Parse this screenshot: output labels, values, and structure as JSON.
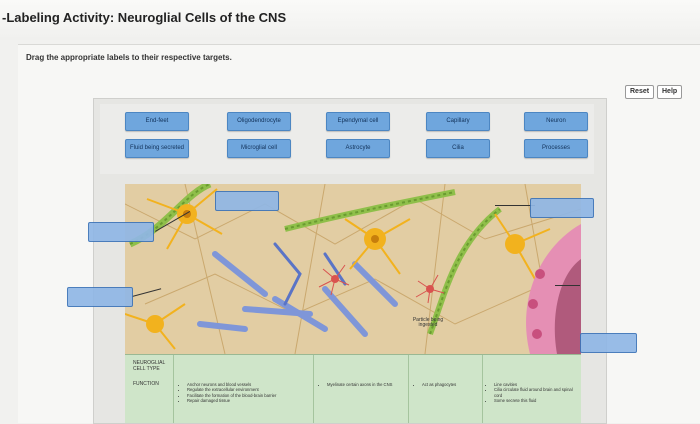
{
  "header": {
    "title": "-Labeling Activity: Neuroglial Cells of the CNS"
  },
  "instructions": "Drag the appropriate labels to their respective targets.",
  "toolbar": {
    "reset": "Reset",
    "help": "Help"
  },
  "label_bank": [
    "End-feet",
    "Oligodendrocyte",
    "Ependymal cell",
    "Capillary",
    "Neuron",
    "Fluid being secreted",
    "Microglial cell",
    "Astrocyte",
    "Cilia",
    "Processes"
  ],
  "figure": {
    "particle_caption": "Particle being ingested"
  },
  "table": {
    "row1_label": "NEUROGLIAL CELL TYPE",
    "row2_label": "FUNCTION",
    "functions": [
      [
        "Anchor neurons and blood vessels",
        "Regulate the extracellular environment",
        "Facilitate the formation of the blood-brain barrier",
        "Repair damaged tissue"
      ],
      [
        "Myelinate certain axons in the CNS"
      ],
      [
        "Act as phagocytes"
      ],
      [
        "Line cavities",
        "Cilia circulate fluid around brain and spinal cord",
        "Some secrete this fluid"
      ]
    ]
  },
  "colors": {
    "label_fill": "#6fa6dd",
    "target_fill": "#90b7e6",
    "table_green": "#cfe5c9",
    "neuron_orange": "#f2b21e",
    "myelin_blue": "#7f96d8",
    "capillary_green": "#8fbf4a",
    "microglia_red": "#d9534f",
    "ependymal_pink": "#e58fb4"
  }
}
